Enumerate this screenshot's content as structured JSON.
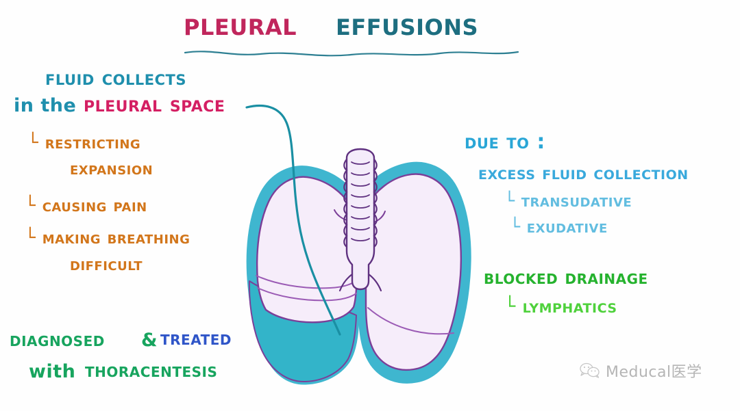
{
  "title": {
    "word_1": "Pleural",
    "word_2": "Effusions",
    "color_1": "#c0265c",
    "color_2": "#1d6e80",
    "underline": "wavy-underline"
  },
  "left_column": {
    "heading_line_1": "Fluid Collects",
    "heading_line_2_prefix": "in the",
    "heading_line_2_emphasis": "Pleural Space",
    "bullets": [
      {
        "marker": "L",
        "line_1": "Restricting",
        "line_2": "Expansion",
        "color": "#d2761b"
      },
      {
        "marker": "L",
        "line_1": "Causing Pain",
        "line_2": "",
        "color": "#d2761b"
      },
      {
        "marker": "L",
        "line_1": "Making Breathing",
        "line_2": "Difficult",
        "color": "#d2761b"
      }
    ],
    "footer": {
      "word_diagnosed": "Diagnosed",
      "word_amp": "&",
      "word_treated": "Treated",
      "word_with": "with",
      "word_procedure": "Thoracentesis",
      "color_green": "#17a45e",
      "color_blue": "#2f55c8"
    }
  },
  "right_column": {
    "heading": "Due To :",
    "cause_1": {
      "label": "Excess Fluid Collection",
      "sub_items": [
        {
          "marker": "L",
          "label": "Transudative"
        },
        {
          "marker": "L",
          "label": "Exudative"
        }
      ]
    },
    "cause_2": {
      "label": "Blocked Drainage",
      "sub_items": [
        {
          "marker": "L",
          "label": "Lymphatics"
        }
      ]
    },
    "color_heading": "#2aa6d6",
    "color_cause": "#39a9dc",
    "color_sub": "#62bde0",
    "color_green_dark": "#25b22e",
    "color_green_light": "#4fd13c"
  },
  "illustration": {
    "name": "lungs-with-pleural-effusion",
    "parts": [
      "trachea",
      "left-lung-compressed",
      "right-lung",
      "pleural-effusion-fluid",
      "pleural-lining",
      "pointer-line"
    ],
    "colors": {
      "lung_fill": "#f6edfa",
      "lung_outline": "#7b3f98",
      "pleura_teal": "#3fb6cf",
      "effusion_fluid": "#33b4c9",
      "pointer_line": "#1a8fa3"
    }
  },
  "watermark": {
    "icon": "wechat-icon",
    "text": "Meducal医学",
    "color": "#b5b5b5"
  }
}
